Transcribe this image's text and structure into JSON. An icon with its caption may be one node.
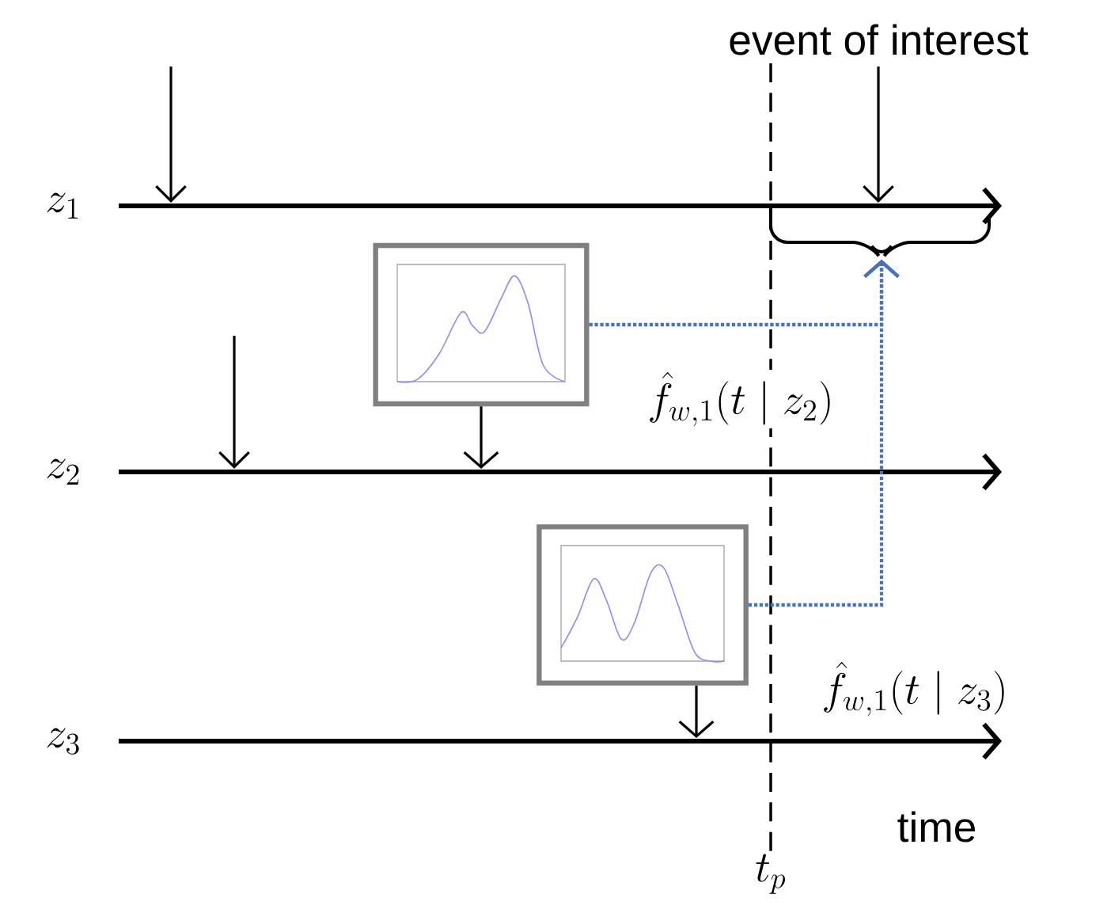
{
  "diagram": {
    "nodes": [
      {
        "text": [],
        "shape": "picture"
      },
      {
        "text": [],
        "shape": "picture"
      },
      {
        "text": [],
        "shape": "brace"
      }
    ],
    "edges": [
      {
        "from": 0,
        "to": 2,
        "arrow": "to",
        "style": "dashed",
        "color": "#4472c4"
      },
      {
        "from": 1,
        "to": 2,
        "arrow": "to",
        "style": "dashed",
        "color": "#4472c4"
      },
      {
        "from": 0,
        "to": null,
        "arrow": "to",
        "color": "#000000"
      },
      {
        "from": 1,
        "to": null,
        "arrow": "to",
        "color": "#000000"
      }
    ],
    "labels": [
      "event of interest",
      "z_1",
      "\\hat{f}_{w,1}(t \\mid z_2)",
      "z_2",
      "\\hat{f}_{w,1}(t \\mid z_3)",
      "z_3",
      "time",
      "t_p"
    ]
  }
}
